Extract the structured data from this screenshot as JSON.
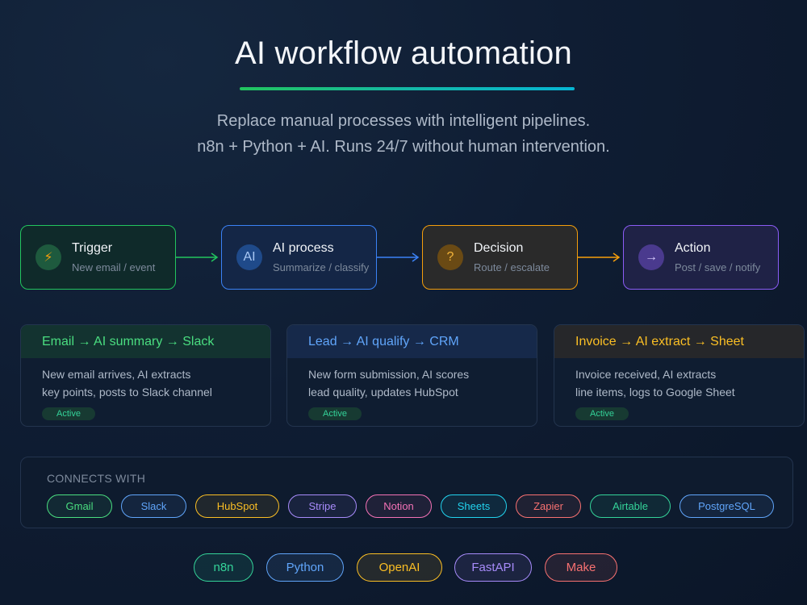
{
  "header": {
    "title": "AI workflow automation",
    "subtitle_line1": "Replace manual processes with intelligent pipelines.",
    "subtitle_line2": "n8n + Python + AI. Runs 24/7 without human intervention."
  },
  "pipeline": [
    {
      "name": "Trigger",
      "desc": "New email / event",
      "icon": "lightning-icon",
      "glyph": "⚡",
      "color": "#22c55e"
    },
    {
      "name": "AI process",
      "desc": "Summarize / classify",
      "icon": "ai-icon",
      "glyph": "AI",
      "color": "#3b82f6"
    },
    {
      "name": "Decision",
      "desc": "Route / escalate",
      "icon": "question-icon",
      "glyph": "?",
      "color": "#f59e0b"
    },
    {
      "name": "Action",
      "desc": "Post / save / notify",
      "icon": "arrow-right-icon",
      "glyph": "→",
      "color": "#8b5cf6"
    }
  ],
  "workflows": [
    {
      "title": "Email → AI summary → Slack",
      "line1": "New email arrives, AI extracts",
      "line2": "key points, posts to Slack channel",
      "status": "Active",
      "color": "#4ade80"
    },
    {
      "title": "Lead → AI qualify → CRM",
      "line1": "New form submission, AI scores",
      "line2": "lead quality, updates HubSpot",
      "status": "Active",
      "color": "#60a5fa"
    },
    {
      "title": "Invoice → AI extract → Sheet",
      "line1": "Invoice received, AI extracts",
      "line2": "line items, logs to Google Sheet",
      "status": "Active",
      "color": "#fbbf24"
    }
  ],
  "connects": {
    "label": "CONNECTS WITH",
    "items": [
      {
        "name": "Gmail",
        "color": "#4ade80"
      },
      {
        "name": "Slack",
        "color": "#60a5fa"
      },
      {
        "name": "HubSpot",
        "color": "#fbbf24"
      },
      {
        "name": "Stripe",
        "color": "#a78bfa"
      },
      {
        "name": "Notion",
        "color": "#f472b6"
      },
      {
        "name": "Sheets",
        "color": "#22d3ee"
      },
      {
        "name": "Zapier",
        "color": "#f87171"
      },
      {
        "name": "Airtable",
        "color": "#34d399"
      },
      {
        "name": "PostgreSQL",
        "color": "#60a5fa"
      }
    ]
  },
  "tech": [
    {
      "name": "n8n",
      "color": "#34d399"
    },
    {
      "name": "Python",
      "color": "#60a5fa"
    },
    {
      "name": "OpenAI",
      "color": "#fbbf24"
    },
    {
      "name": "FastAPI",
      "color": "#a78bfa"
    },
    {
      "name": "Make",
      "color": "#f87171"
    }
  ]
}
